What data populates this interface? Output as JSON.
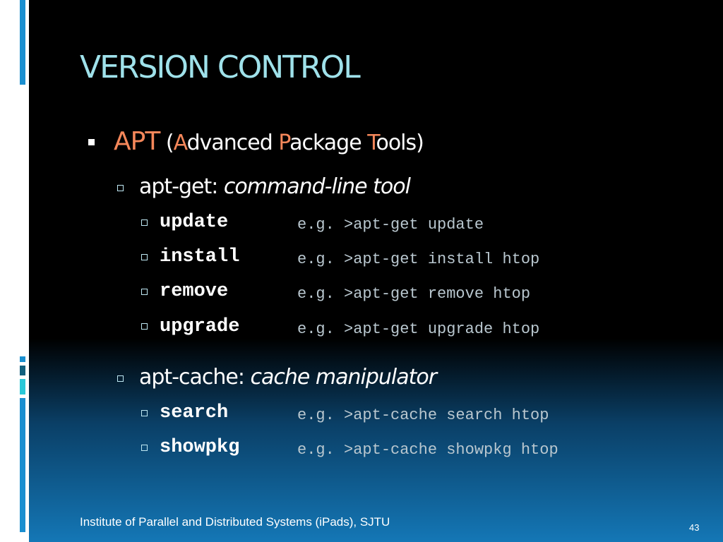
{
  "slide": {
    "title": "VERSION CONTROL",
    "footer": "Institute of Parallel and Distributed Systems (iPads), SJTU",
    "page_number": "43"
  },
  "apt": {
    "abbr": "APT",
    "open_paren": "(",
    "a": "A",
    "a_rest": "dvanced ",
    "p": "P",
    "p_rest": "ackage ",
    "t": "T",
    "t_rest": "ools)"
  },
  "apt_get": {
    "label": "apt-get: ",
    "desc": "command-line tool",
    "commands": [
      {
        "name": "update",
        "example": "e.g. >apt-get update"
      },
      {
        "name": "install",
        "example": "e.g. >apt-get install htop"
      },
      {
        "name": "remove",
        "example": "e.g. >apt-get remove htop"
      },
      {
        "name": "upgrade",
        "example": "e.g. >apt-get upgrade htop"
      }
    ]
  },
  "apt_cache": {
    "label": "apt-cache: ",
    "desc": "cache manipulator",
    "commands": [
      {
        "name": "search",
        "example": "e.g. >apt-cache search htop"
      },
      {
        "name": "showpkg",
        "example": "e.g. >apt-cache showpkg htop"
      }
    ]
  },
  "colors": {
    "title": "#9fe1ea",
    "accent": "#f5875a",
    "example_text": "#b9c7cf",
    "strip_blue": "#1a8fd0"
  }
}
